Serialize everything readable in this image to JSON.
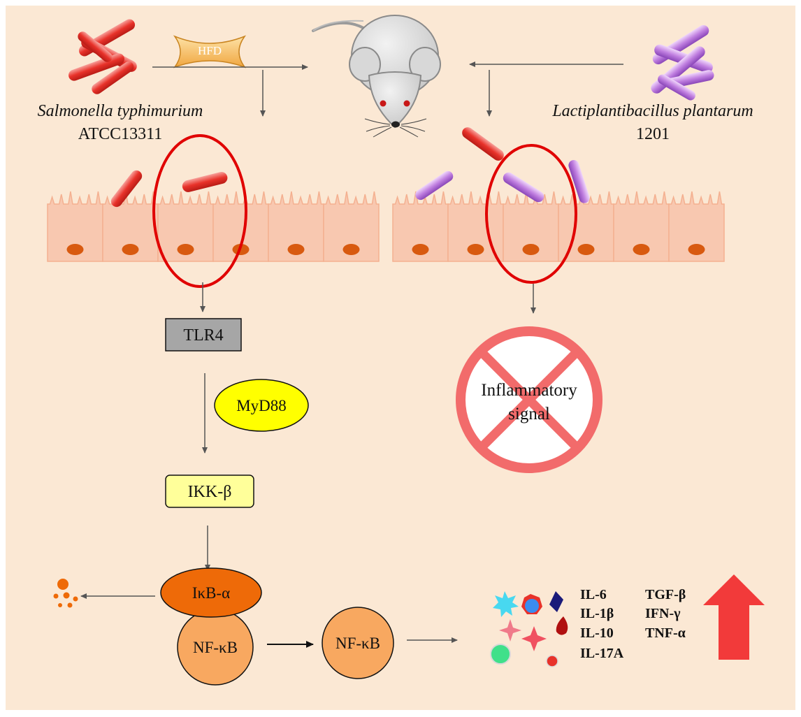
{
  "diagram": {
    "hfd_label": "HFD",
    "pathogen": {
      "name": "Salmonella typhimurium",
      "strain": "ATCC13311"
    },
    "probiotic": {
      "name": "Lactiplantibacillus plantarum",
      "strain": "1201"
    },
    "pathway": {
      "tlr4": "TLR4",
      "myd88": "MyD88",
      "ikk": "IKK-β",
      "ikba": "IκB-α",
      "nfkb_bound": "NF-κB",
      "nfkb_free": "NF-κB"
    },
    "blocked_signal": {
      "line1": "Inflammatory",
      "line2": "signal"
    },
    "cytokines": {
      "col1": [
        "IL-6",
        "IL-1β",
        "IL-10",
        "IL-17A"
      ],
      "col2": [
        "TGF-β",
        "IFN-γ",
        "TNF-α"
      ]
    },
    "colors": {
      "background": "#fbe8d4",
      "salmonella": "#e8322a",
      "lactobacillus": "#c07fe0",
      "epithelium": "#f8c8b0",
      "nucleus": "#d85a10",
      "highlight_circle": "#e00000",
      "tlr4_box": "#a6a6a6",
      "myd88": "#ffff00",
      "ikk_box": "#ffff9a",
      "ikba": "#ee6a08",
      "nfkb": "#f8a860",
      "block_symbol": "#f26b6b",
      "up_arrow": "#f23a3a"
    }
  }
}
